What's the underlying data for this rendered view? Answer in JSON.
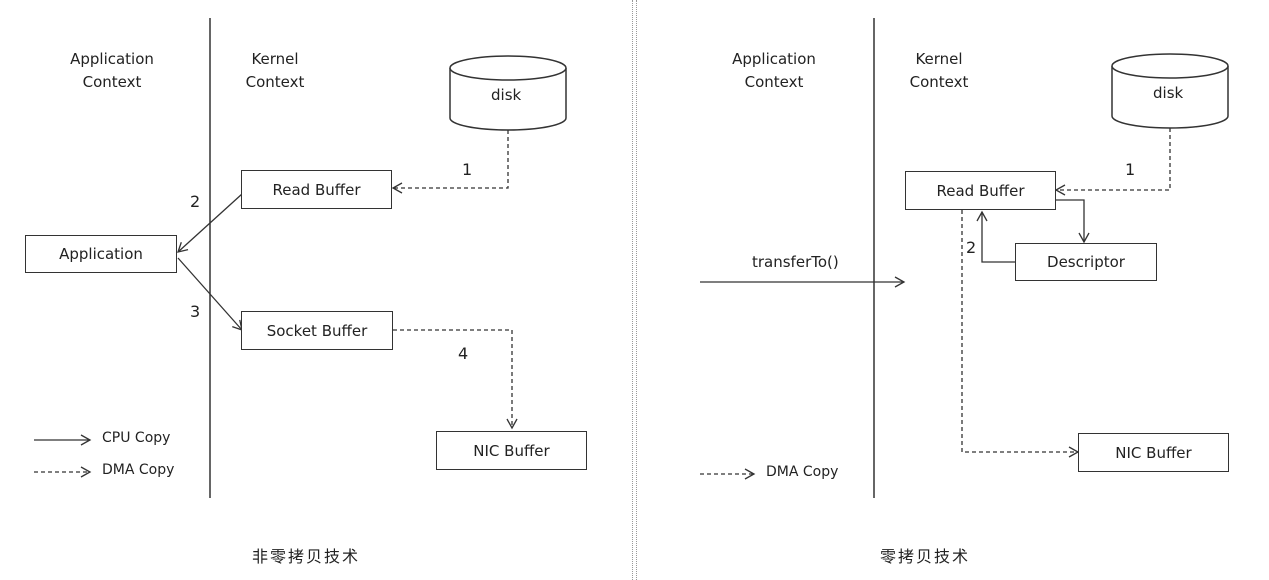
{
  "left": {
    "app_context": "Application\nContext",
    "kernel_context": "Kernel\nContext",
    "disk": "disk",
    "read_buffer": "Read Buffer",
    "application": "Application",
    "socket_buffer": "Socket Buffer",
    "nic_buffer": "NIC Buffer",
    "step1": "1",
    "step2": "2",
    "step3": "3",
    "step4": "4",
    "legend_cpu": "CPU  Copy",
    "legend_dma": "DMA Copy",
    "caption": "非零拷贝技术"
  },
  "right": {
    "app_context": "Application\nContext",
    "kernel_context": "Kernel\nContext",
    "disk": "disk",
    "read_buffer": "Read Buffer",
    "descriptor": "Descriptor",
    "nic_buffer": "NIC Buffer",
    "transfer": "transferTo()",
    "step1": "1",
    "step2": "2",
    "legend_dma": "DMA Copy",
    "caption": "零拷贝技术"
  }
}
